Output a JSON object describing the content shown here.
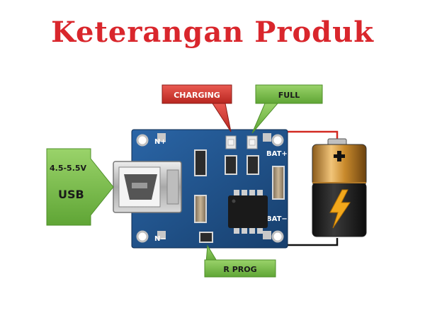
{
  "title": "Keterangan Produk",
  "callouts": {
    "charging": "CHARGING",
    "full": "FULL",
    "r_prog": "R PROG",
    "input_voltage": "4.5-5.5V",
    "input_type": "USB"
  },
  "board": {
    "n_plus": "N+",
    "n_minus": "N−",
    "bat_plus": "BAT+",
    "bat_minus": "BAT−"
  },
  "colors": {
    "title": "#d9262c",
    "callout_red": "#d63a33",
    "callout_green": "#7cc34a",
    "board_blue": "#1f4f86"
  }
}
